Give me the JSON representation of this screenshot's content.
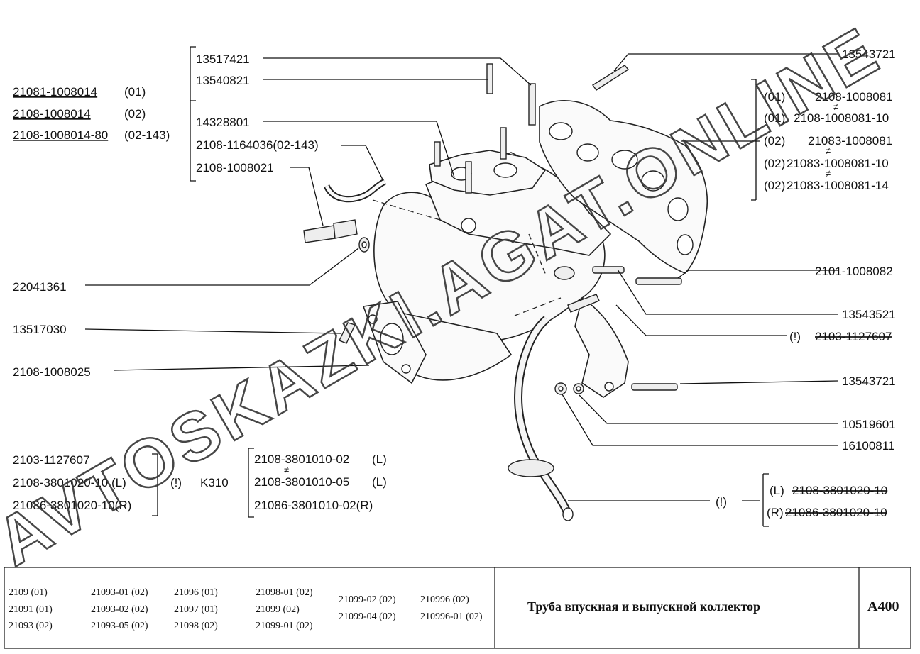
{
  "labels_left_top": {
    "l1_code": "21081-1008014",
    "l1_suffix": "(01)",
    "l2_code": "2108-1008014",
    "l2_suffix": "(02)",
    "l3_code": "2108-1008014-80",
    "l3_suffix": "(02-143)"
  },
  "labels_group_a": {
    "a1": "13517421",
    "a2": "13540821",
    "a3": "14328801",
    "a4": "2108-1164036(02-143)",
    "a5": "2108-1008021"
  },
  "labels_right_top": {
    "r0": "13543721",
    "r1_prefix": "(01)",
    "r1_code": "2108-1008081",
    "r2_prefix": "(01)",
    "r2_code": "2108-1008081-10",
    "r3_prefix": "(02)",
    "r3_code": "21083-1008081",
    "r4_prefix": "(02)",
    "r4_code": "21083-1008081-10",
    "r5_prefix": "(02)",
    "r5_code": "21083-1008081-14",
    "neq": "≠"
  },
  "labels_left_mid": {
    "m1": "22041361",
    "m2": "13517030",
    "m3": "2108-1008025"
  },
  "labels_right_mid": {
    "rm1": "2101-1008082",
    "rm2": "13543521",
    "rm3_prefix": "(!)",
    "rm3_code": "2103-1127607",
    "rm4": "13543721",
    "rm5": "10519601",
    "rm6": "16100811"
  },
  "labels_bottom_left": {
    "b1": "2103-1127607",
    "b2": "2108-3801020-10 (L)",
    "b2_flag": "(!)",
    "b2_extra": "K310",
    "b3": "21086-3801020-10(R)"
  },
  "labels_bottom_mid": {
    "c1_code": "2108-3801010-02",
    "c1_side": "(L)",
    "c2_code": "2108-3801010-05",
    "c2_side": "(L)",
    "c3": "21086-3801010-02(R)",
    "neq": "≠"
  },
  "labels_bottom_right": {
    "flag": "(!)",
    "d1_side": "(L)",
    "d1_code": "2108-3801020-10",
    "d2_side": "(R)",
    "d2_code": "21086-3801020-10"
  },
  "watermark": {
    "main": "AVTOSKAZKI.AGAT.ONLINE"
  },
  "footer": {
    "col1": [
      "2109 (01)",
      "21091 (01)",
      "21093 (02)"
    ],
    "col2": [
      "21093-01 (02)",
      "21093-02 (02)",
      "21093-05 (02)"
    ],
    "col3": [
      "21096 (01)",
      "21097 (01)",
      "21098 (02)"
    ],
    "col4": [
      "21098-01 (02)",
      "21099 (02)",
      "21099-01 (02)"
    ],
    "col5": [
      "21099-02 (02)",
      "21099-04 (02)"
    ],
    "col6": [
      "210996 (02)",
      "210996-01 (02)"
    ],
    "title": "Труба впускная и выпускной коллектор",
    "code": "A400"
  }
}
